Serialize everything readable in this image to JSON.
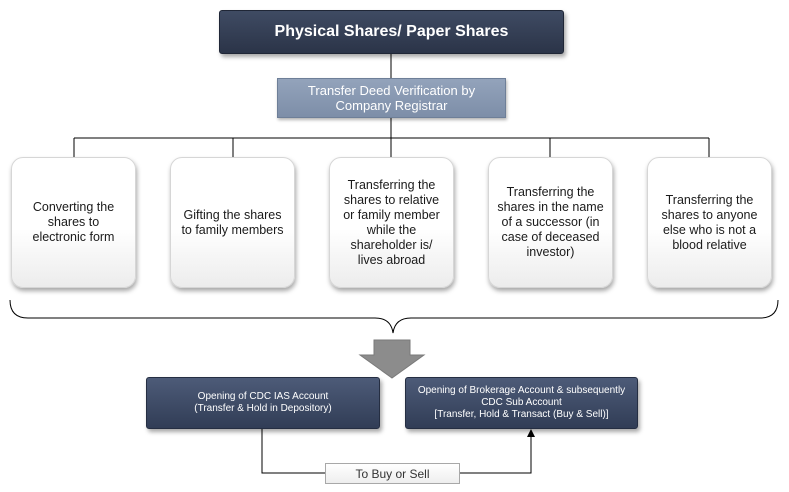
{
  "header": {
    "title": "Physical Shares/ Paper Shares",
    "verification": "Transfer Deed Verification by Company Registrar"
  },
  "options": [
    "Converting the shares to electronic form",
    "Gifting the shares to family members",
    "Transferring the shares to relative or family member while the shareholder is/ lives abroad",
    "Transferring the shares in the name of a successor (in case of deceased investor)",
    "Transferring the shares to anyone else who is not a blood relative"
  ],
  "outcomes": {
    "left_line1": "Opening of CDC IAS Account",
    "left_line2": "(Transfer & Hold in Depository)",
    "right_line1": "Opening of Brokerage Account & subsequently",
    "right_line2": "CDC Sub Account",
    "right_line3": "[Transfer, Hold & Transact (Buy & Sell)]"
  },
  "connector_label": "To Buy or Sell",
  "colors": {
    "title_bg": "#2f3a52",
    "verification_bg": "#8798b2",
    "outcome_bg": "#3a4763",
    "arrow": "#8c8c8c"
  }
}
